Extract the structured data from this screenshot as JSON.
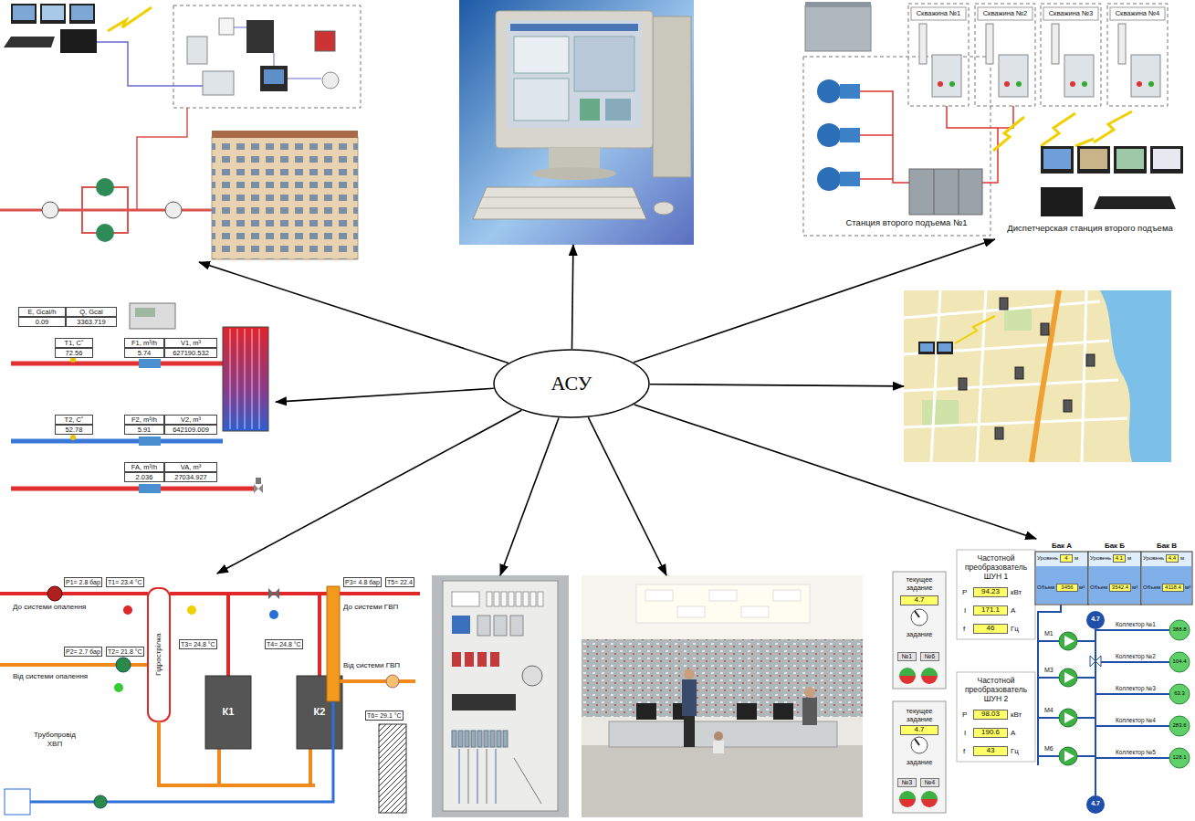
{
  "diagram": {
    "nodes": [
      {
        "text": []
      },
      {
        "text": []
      },
      {
        "text": [
          "Скважина №1",
          "Скважина №2",
          "Скважина №3",
          "Скважина №4",
          "Станция второго подъема №1",
          "Диспетчерская станция второго подъема"
        ]
      },
      {
        "text": [
          "E, Gcal/h",
          "Q, Gcal",
          "0.09",
          "3363.719",
          "T1, C˚",
          "72.56",
          "F1, m³/h",
          "5.74",
          "V1, m³",
          "627190.532",
          "T2, C˚",
          "52.78",
          "F2, m³/h",
          "5.91",
          "V2, m³",
          "642109.009",
          "FA, m³/h",
          "2.036",
          "VA, m³",
          "27034.927"
        ]
      },
      {
        "text": [
          "АСУ"
        ]
      },
      {
        "text": []
      },
      {
        "text": [
          "До системи опалення",
          "Від системи опалення",
          "Трубопровід ХВП",
          "P1= 2.8 бар",
          "T1= 23.4 °C",
          "P2= 2.7 бар",
          "T2= 21.8 °C",
          "T3= 24.8 °C",
          "T4= 24.8 °C",
          "P3= 4.8 бар",
          "T5= 22.4",
          "До системи ГВП",
          "Від системи ГВП",
          "T6= 29.1 °C",
          "Гідрострілка",
          "К1",
          "К2"
        ]
      },
      {
        "text": []
      },
      {
        "text": []
      },
      {
        "text": [
          "текущее задание",
          "4.7",
          "задание",
          "№1",
          "№6",
          "текущее задание",
          "4.7",
          "задание",
          "№3",
          "№4",
          "Частотной преобразователь ШУН 1",
          "P",
          "94.23",
          "кВт",
          "I",
          "171.1",
          "А",
          "f",
          "46",
          "Гц",
          "Частотной преобразователь ШУН 2",
          "P",
          "98.03",
          "кВт",
          "I",
          "190.6",
          "А",
          "f",
          "43",
          "Гц",
          "Бак А",
          "Бак Б",
          "Бак В",
          "Уровень",
          "4",
          "м",
          "Уровень",
          "4.1",
          "м",
          "Уровень",
          "4.4",
          "м",
          "Объем",
          "3456",
          "м³",
          "Объем",
          "3542.4",
          "м³",
          "Объем",
          "4118.4",
          "м³",
          "M1",
          "M3",
          "M4",
          "M6",
          "4.7",
          "4.7",
          "Коллектор №1",
          "388.8",
          "Коллектор №2",
          "104.4",
          "Коллектор №3",
          "63.3",
          "Коллектор №4",
          "283.6",
          "Коллектор №5",
          "128.1"
        ]
      }
    ],
    "edges": [
      {
        "from": 4,
        "to": 0,
        "arrow": "to"
      },
      {
        "from": 4,
        "to": 1,
        "arrow": "to"
      },
      {
        "from": 4,
        "to": 2,
        "arrow": "to"
      },
      {
        "from": 4,
        "to": 3,
        "arrow": "to"
      },
      {
        "from": 4,
        "to": 5,
        "arrow": "to"
      },
      {
        "from": 4,
        "to": 6,
        "arrow": "to"
      },
      {
        "from": 4,
        "to": 7,
        "arrow": "to"
      },
      {
        "from": 4,
        "to": 8,
        "arrow": "to"
      },
      {
        "from": 4,
        "to": 9,
        "arrow": "to"
      }
    ]
  }
}
